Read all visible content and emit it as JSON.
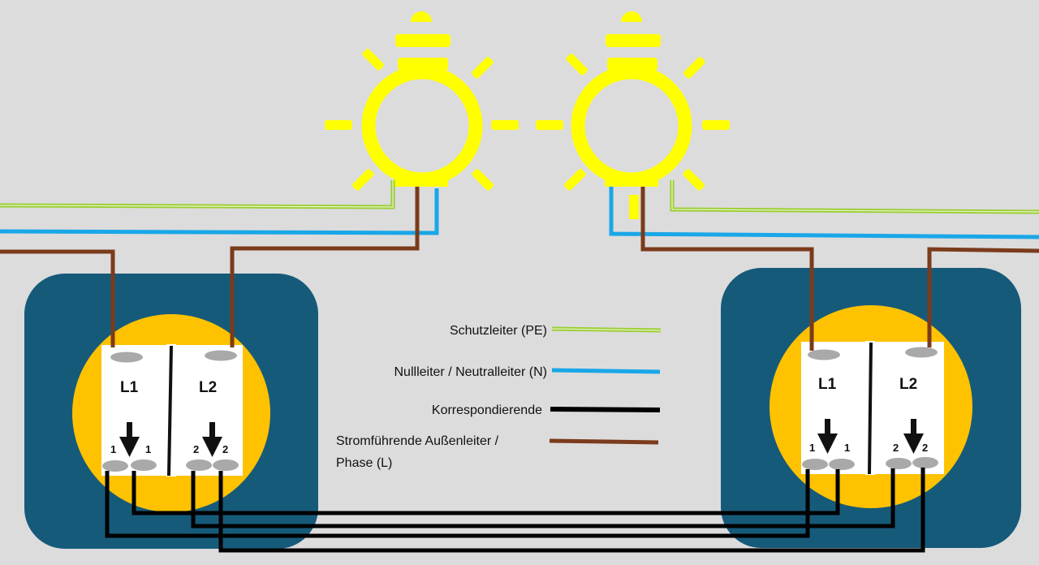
{
  "colors": {
    "background": "#dcdcdc",
    "box": "#165a7a",
    "disc": "#fec200",
    "switch_face": "#ffffff",
    "terminal": "#a9a9a9",
    "bulb": "#ffff00",
    "pe": "#9acd32",
    "neutral": "#19a7e8",
    "phase": "#7b3b1c",
    "traveler": "#000000"
  },
  "icons": [
    "light-bulb-icon",
    "light-bulb-icon",
    "arrow-down-icon"
  ],
  "switch_left": {
    "rocker_1": "L1",
    "rocker_2": "L2",
    "term_1a": "1",
    "term_1b": "1",
    "term_2a": "2",
    "term_2b": "2"
  },
  "switch_right": {
    "rocker_1": "L1",
    "rocker_2": "L2",
    "term_1a": "1",
    "term_1b": "1",
    "term_2a": "2",
    "term_2b": "2"
  },
  "legend": {
    "pe": "Schutzleiter (PE)",
    "neutral": "Nullleiter / Neutralleiter (N)",
    "traveler": "Korrespondierende",
    "phase_line1": "Stromführende Außenleiter /",
    "phase_line2": "Phase (L)"
  }
}
